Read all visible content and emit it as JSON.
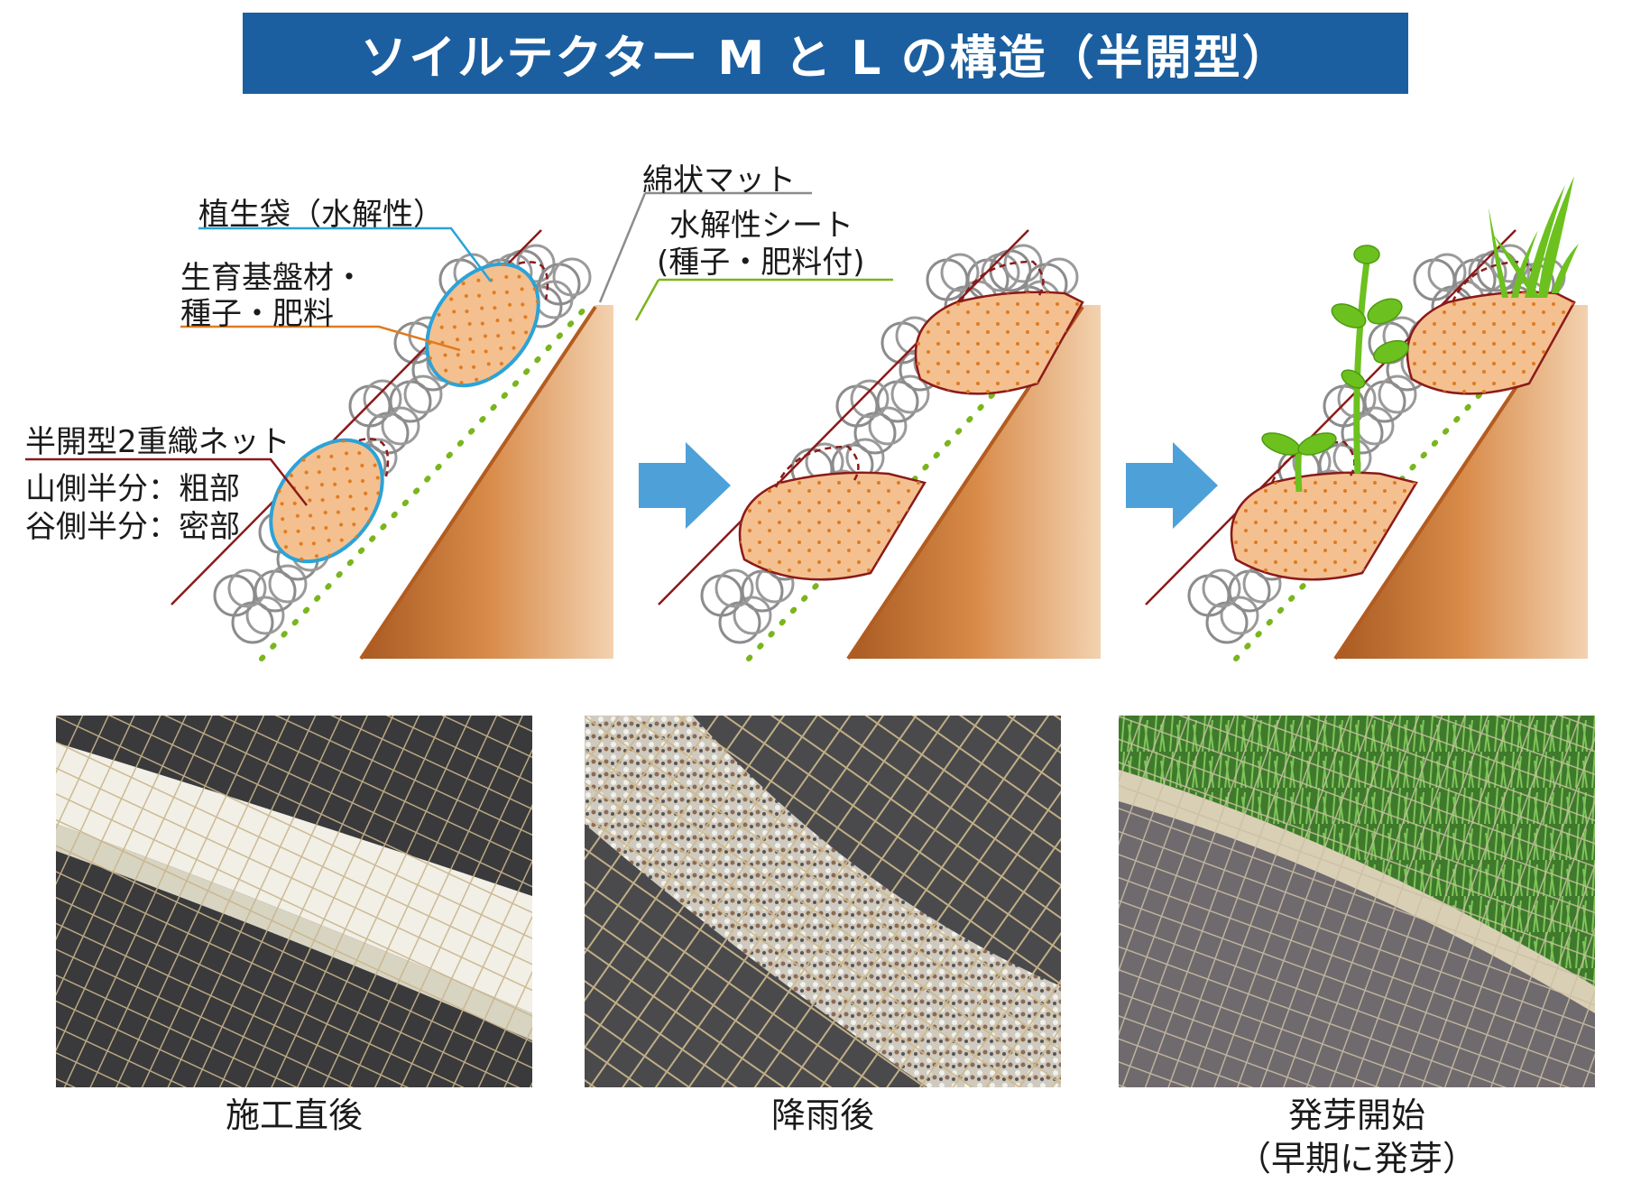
{
  "title": "ソイルテクター M と L の構造（半開型）",
  "labels": {
    "cotton_mat": "綿状マット",
    "vegetation_bag": "植生袋（水解性）",
    "growth_material_line1": "生育基盤材・",
    "growth_material_line2": "種子・肥料",
    "water_sheet_line1": "水解性シート",
    "water_sheet_line2": "(種子・肥料付)",
    "net_title": "半開型2重織ネット",
    "net_mountain": "山側半分：粗部",
    "net_valley": "谷側半分：密部"
  },
  "stages": [
    {
      "caption_line1": "施工直後",
      "caption_line2": ""
    },
    {
      "caption_line1": "降雨後",
      "caption_line2": ""
    },
    {
      "caption_line1": "発芽開始",
      "caption_line2": "（早期に発芽）"
    }
  ],
  "colors": {
    "title_bg": "#1b5fa0",
    "soil": "#c9773a",
    "bag_fill": "#f4c08f",
    "net_line": "#8b1a1a",
    "leader_blue": "#2aa3d8",
    "leader_orange": "#e07a20",
    "leader_green": "#7ab51d",
    "arrow": "#4ea1d8",
    "plant": "#6cc11e"
  },
  "icons": [
    "right-arrow-icon",
    "right-arrow-icon"
  ]
}
